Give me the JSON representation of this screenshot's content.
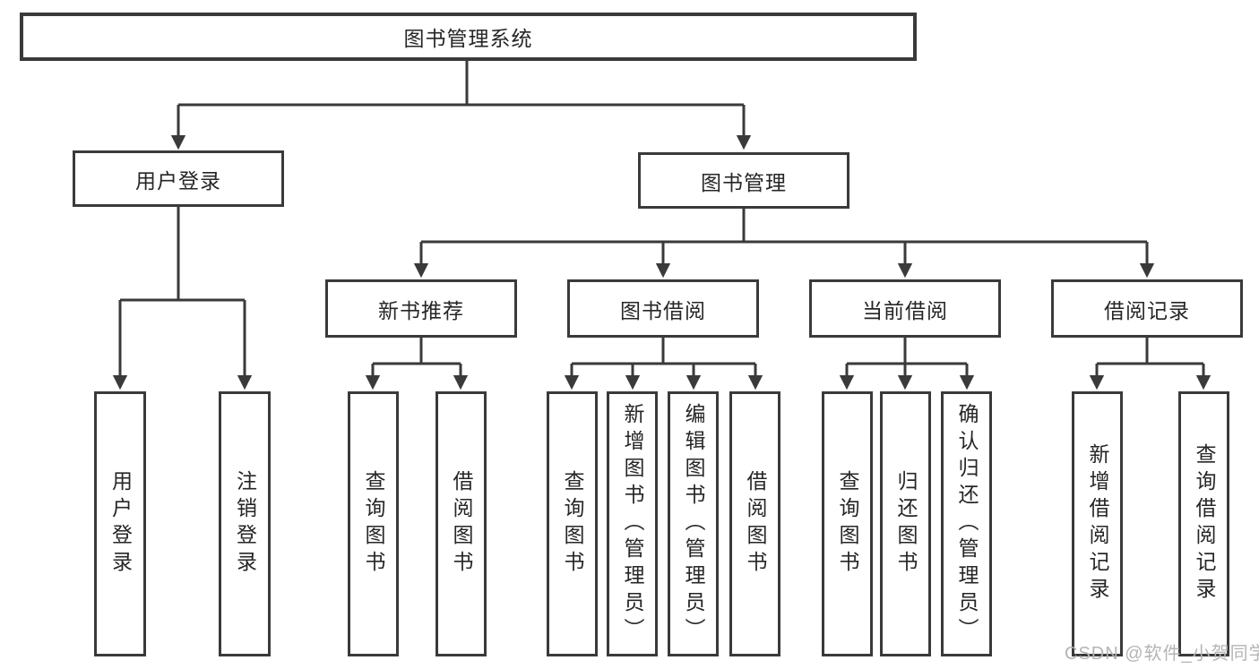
{
  "diagram": {
    "tree": {
      "label": "图书管理系统",
      "children": [
        {
          "label": "用户登录",
          "children": [
            {
              "label": "用户登录"
            },
            {
              "label": "注销登录"
            }
          ]
        },
        {
          "label": "图书管理",
          "children": [
            {
              "label": "新书推荐",
              "children": [
                {
                  "label": "查询图书"
                },
                {
                  "label": "借阅图书"
                }
              ]
            },
            {
              "label": "图书借阅",
              "children": [
                {
                  "label": "查询图书"
                },
                {
                  "label": "新增图书（管理员）"
                },
                {
                  "label": "编辑图书（管理员）"
                },
                {
                  "label": "借阅图书"
                }
              ]
            },
            {
              "label": "当前借阅",
              "children": [
                {
                  "label": "查询图书"
                },
                {
                  "label": "归还图书"
                },
                {
                  "label": "确认归还（管理员）"
                }
              ]
            },
            {
              "label": "借阅记录",
              "children": [
                {
                  "label": "新增借阅记录"
                },
                {
                  "label": "查询借阅记录"
                }
              ]
            }
          ]
        }
      ]
    },
    "colors": {
      "line": "#3a3a3a",
      "box_border": "#3a3a3a",
      "text": "#262626",
      "watermark_text": "#b4b4b4",
      "background": "#ffffff"
    }
  },
  "watermark": {
    "text": "CSDN @软件_小贺同学"
  }
}
